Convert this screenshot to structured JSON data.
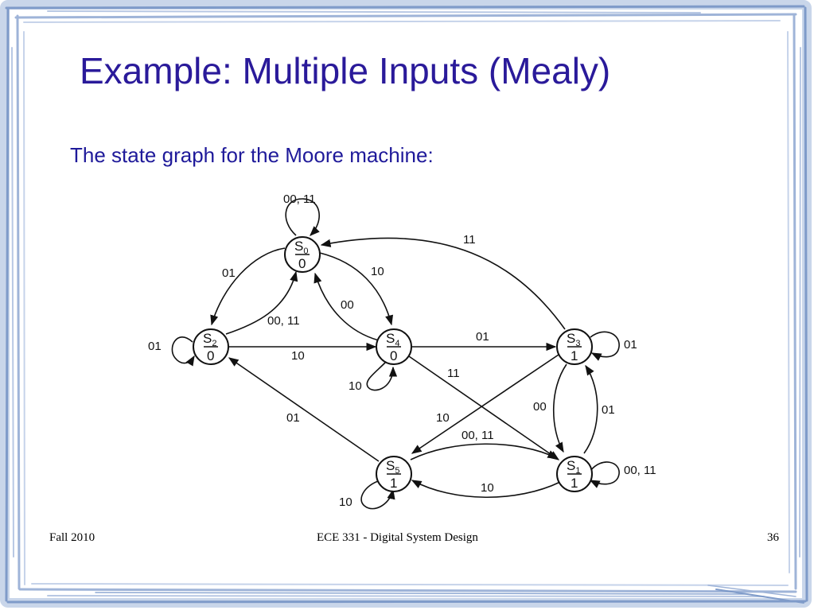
{
  "title": "Example: Multiple Inputs (Mealy)",
  "subtitle": "The state graph for the Moore machine:",
  "footer": {
    "left": "Fall 2010",
    "center": "ECE 331 - Digital System Design",
    "right": "36"
  },
  "states": [
    {
      "id": "S0",
      "name": "S",
      "index": "0",
      "output": "0"
    },
    {
      "id": "S1",
      "name": "S",
      "index": "1",
      "output": "1"
    },
    {
      "id": "S2",
      "name": "S",
      "index": "2",
      "output": "0"
    },
    {
      "id": "S3",
      "name": "S",
      "index": "3",
      "output": "1"
    },
    {
      "id": "S4",
      "name": "S",
      "index": "4",
      "output": "0"
    },
    {
      "id": "S5",
      "name": "S",
      "index": "5",
      "output": "1"
    }
  ],
  "transitions": [
    {
      "from": "S0",
      "to": "S0",
      "label": "00, 11"
    },
    {
      "from": "S0",
      "to": "S2",
      "label": "01"
    },
    {
      "from": "S0",
      "to": "S4",
      "label": "10"
    },
    {
      "from": "S2",
      "to": "S0",
      "label": "00, 11"
    },
    {
      "from": "S2",
      "to": "S2",
      "label": "01"
    },
    {
      "from": "S2",
      "to": "S4",
      "label": "10"
    },
    {
      "from": "S4",
      "to": "S0",
      "label": "00"
    },
    {
      "from": "S4",
      "to": "S4",
      "label": "10"
    },
    {
      "from": "S4",
      "to": "S3",
      "label": "01"
    },
    {
      "from": "S4",
      "to": "S1",
      "label": "11"
    },
    {
      "from": "S3",
      "to": "S0",
      "label": "11"
    },
    {
      "from": "S3",
      "to": "S3",
      "label": "01"
    },
    {
      "from": "S3",
      "to": "S5",
      "label": "10"
    },
    {
      "from": "S3",
      "to": "S1",
      "label": "00"
    },
    {
      "from": "S1",
      "to": "S3",
      "label": "01"
    },
    {
      "from": "S1",
      "to": "S1",
      "label": "00, 11"
    },
    {
      "from": "S1",
      "to": "S5",
      "label": "10"
    },
    {
      "from": "S5",
      "to": "S1",
      "label": "00, 11"
    },
    {
      "from": "S5",
      "to": "S5",
      "label": "10"
    },
    {
      "from": "S5",
      "to": "S2",
      "label": "01"
    }
  ]
}
